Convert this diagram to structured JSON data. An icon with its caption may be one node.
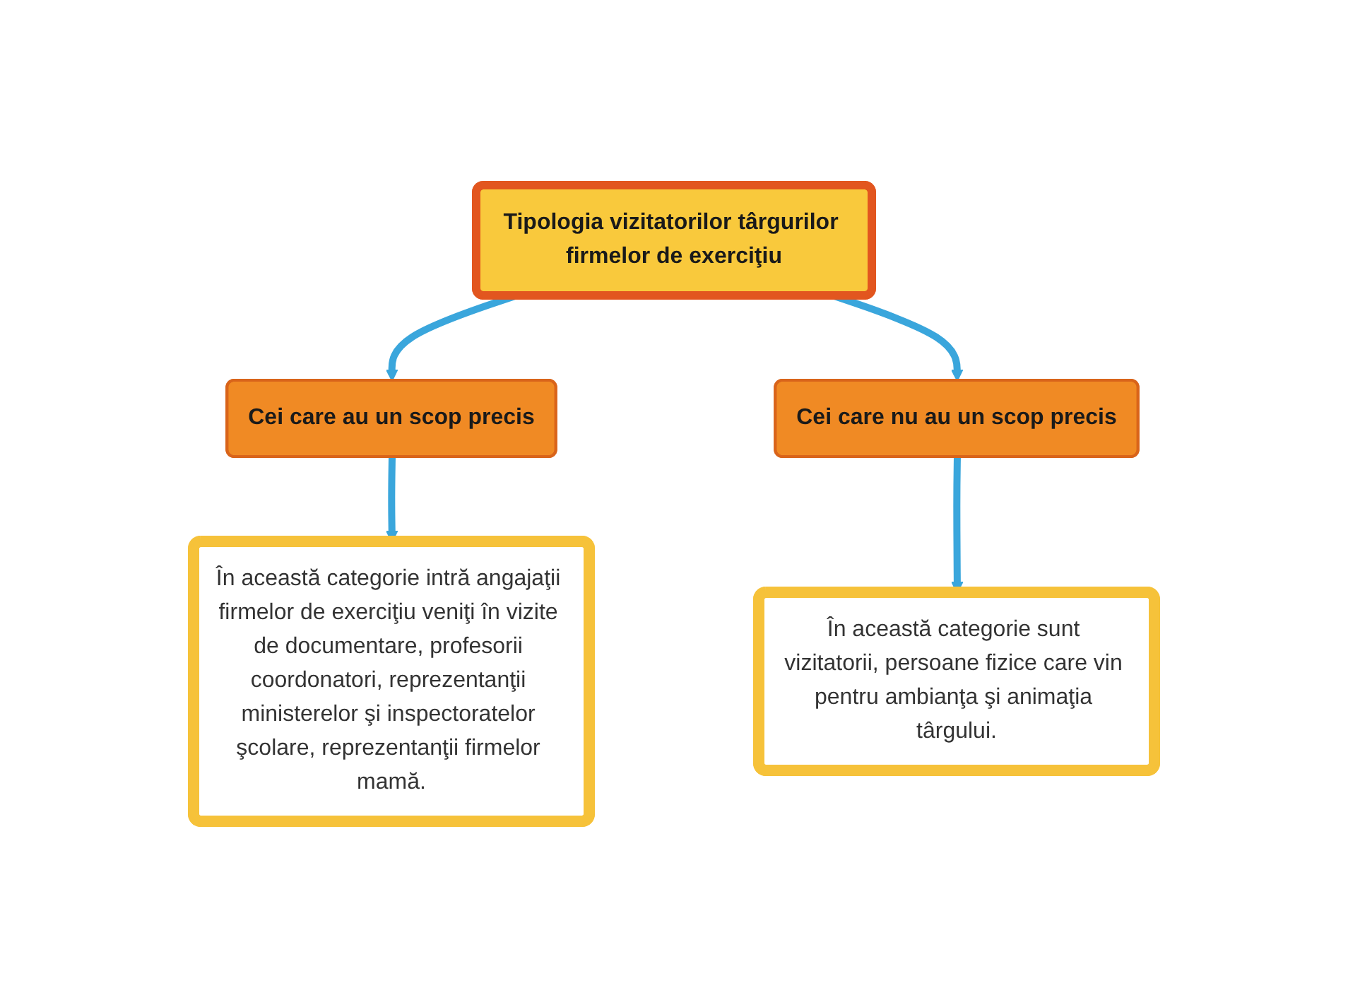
{
  "diagram": {
    "nodes": [
      {
        "text": [
          "Tipologia vizitatorilor târgurilor firmelor de exerciţiu"
        ]
      },
      {
        "text": [
          "Cei care au un scop precis"
        ]
      },
      {
        "text": [
          "Cei care nu au un scop precis"
        ]
      },
      {
        "text": [
          "În această categorie intră angajaţii firmelor de exerciţiu veniţi în vizite de documentare, profesorii coordonatori, reprezentanţii ministerelor şi inspectoratelor şcolare, reprezentanţii firmelor mamă."
        ]
      },
      {
        "text": [
          "În această categorie sunt vizitatorii, persoane fizice care vin pentru ambianţa şi animaţia târgului."
        ]
      }
    ],
    "edges": [
      {
        "from": 0,
        "to": 1,
        "arrow": "to"
      },
      {
        "from": 0,
        "to": 2,
        "arrow": "to"
      },
      {
        "from": 1,
        "to": 3,
        "arrow": "to"
      },
      {
        "from": 2,
        "to": 4,
        "arrow": "to"
      }
    ]
  }
}
